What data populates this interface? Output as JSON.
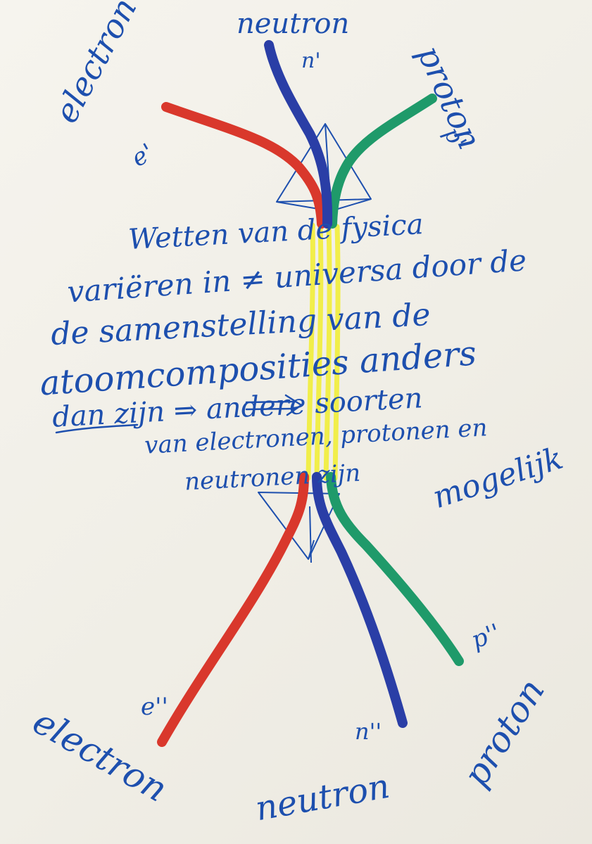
{
  "colors": {
    "paper": "#f3f1ea",
    "ink": "#1d4fae",
    "electron_line": "#d9382c",
    "neutron_line": "#2a3ea6",
    "proton_line": "#1f9a6a",
    "highlight": "#f2ee3a"
  },
  "labels_top": {
    "neutron": "neutron",
    "neutron_symbol": "n'",
    "electron": "electron",
    "electron_symbol": "e'",
    "proton": "proton",
    "proton_symbol": "p'"
  },
  "note_lines": [
    "Wetten van de fysica",
    "variëren in ≠ universa door de",
    "de samenstelling van de",
    "atoomcomposities anders",
    "dan zijn ⇒ andere soorten",
    "van electronen, protonen en",
    "neutronen zijn",
    "mogelijk"
  ],
  "labels_bottom": {
    "electron": "electron",
    "electron_symbol": "e''",
    "neutron": "neutron",
    "neutron_symbol": "n''",
    "proton": "proton",
    "proton_symbol": "p''"
  }
}
